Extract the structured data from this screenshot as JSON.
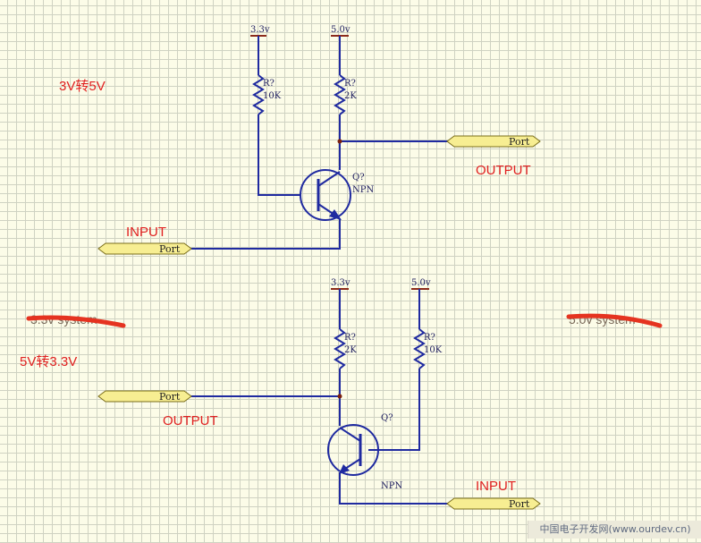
{
  "labels": {
    "top_title": "3V转5V",
    "bottom_title": "5V转3.3V",
    "left_system": "3.3v system",
    "right_system": "5.0v system",
    "top_output": "OUTPUT",
    "top_input": "INPUT",
    "bottom_output": "OUTPUT",
    "bottom_input": "INPUT"
  },
  "rails": {
    "top_left": "3.3v",
    "top_right": "5.0v",
    "bottom_left": "3.3v",
    "bottom_right": "5.0v"
  },
  "resistors": {
    "top_r1": {
      "ref": "R?",
      "value": "10K"
    },
    "top_r2": {
      "ref": "R?",
      "value": "2K"
    },
    "bottom_r1": {
      "ref": "R?",
      "value": "2K"
    },
    "bottom_r2": {
      "ref": "R?",
      "value": "10K"
    }
  },
  "transistors": {
    "top": {
      "ref": "Q?",
      "type": "NPN"
    },
    "bottom": {
      "ref": "Q?",
      "type": "NPN"
    }
  },
  "ports": {
    "top_output": "Port",
    "top_input": "Port",
    "bottom_output": "Port",
    "bottom_input": "Port"
  },
  "watermark": "中国电子开发网(www.ourdev.cn)",
  "colors": {
    "wire": "#1f2aa0",
    "annotation": "#e02020",
    "port_fill": "#f7ee92",
    "grid": "#cfd2c2",
    "background": "#fcfce8"
  }
}
